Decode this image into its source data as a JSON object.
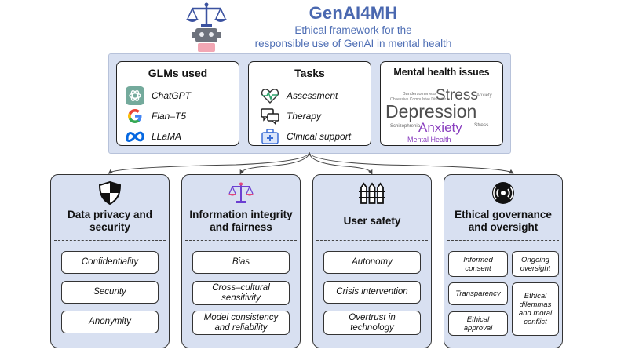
{
  "header": {
    "title": "GenAI4MH",
    "subtitle_line1": "Ethical framework for the",
    "subtitle_line2": "responsible use of GenAI in mental health"
  },
  "glms": {
    "heading": "GLMs used",
    "items": [
      "ChatGPT",
      "Flan–T5",
      "LLaMA"
    ]
  },
  "tasks": {
    "heading": "Tasks",
    "items": [
      "Assessment",
      "Therapy",
      "Clinical support"
    ]
  },
  "mental_health": {
    "heading": "Mental health issues",
    "words": [
      "Stress",
      "Depression",
      "Anxiety",
      "Mental Health",
      "Bundersomeness",
      "Obsessive Compulsive Disorder",
      "Schizophrenia",
      "Anxiety",
      "Stress"
    ]
  },
  "panels": [
    {
      "title": "Data privacy and security",
      "items": [
        "Confidentiality",
        "Security",
        "Anonymity"
      ]
    },
    {
      "title": "Information integrity and fairness",
      "items": [
        "Bias",
        "Cross–cultural sensitivity",
        "Model consistency and reliability"
      ]
    },
    {
      "title": "User safety",
      "items": [
        "Autonomy",
        "Crisis intervention",
        "Overtrust in technology"
      ]
    },
    {
      "title": "Ethical governance and oversight",
      "items": [
        "Informed consent",
        "Ongoing oversight",
        "Transparency",
        "Ethical dilemmas and moral conflict",
        "Ethical approval"
      ]
    }
  ],
  "colors": {
    "panel_fill": "#d8e0f1",
    "title_blue": "#4a68b0",
    "wordcloud_purple": "#8a3fbf"
  }
}
